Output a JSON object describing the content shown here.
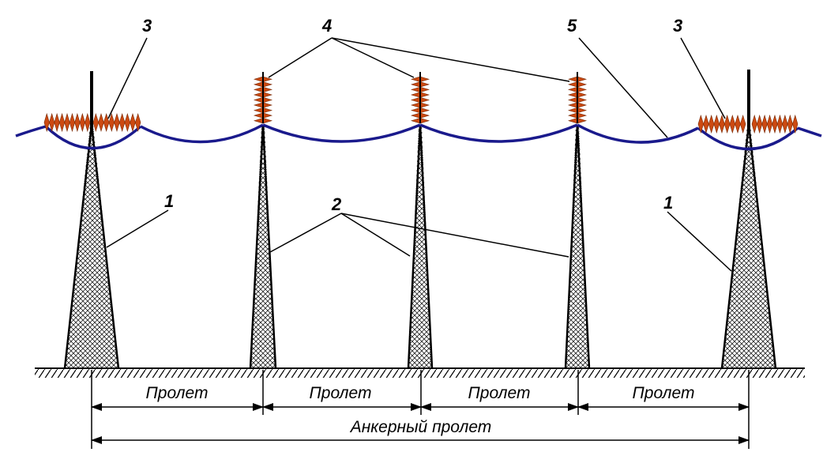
{
  "labels": {
    "anchor_support": "1",
    "intermediate_support": "2",
    "tension_insulator": "3",
    "suspension_insulator": "4",
    "wire": "5"
  },
  "spans": [
    "Пролет",
    "Пролет",
    "Пролет",
    "Пролет"
  ],
  "anchor_span": "Анкерный пролет",
  "colors": {
    "wire": "#1a1a8c",
    "insulator": "#cc4a12",
    "insulator_edge": "#7a2a05",
    "line": "#000000",
    "background": "#ffffff"
  }
}
